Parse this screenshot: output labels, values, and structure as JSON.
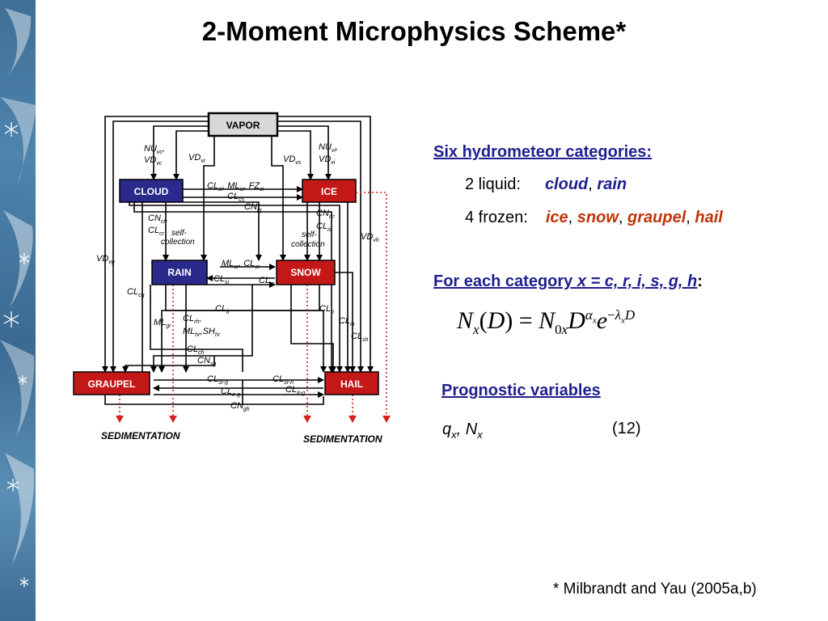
{
  "title": "2-Moment Microphysics Scheme*",
  "diagram": {
    "vapor": "VAPOR",
    "cloud": "CLOUD",
    "ice": "ICE",
    "rain": "RAIN",
    "snow": "SNOW",
    "graupel": "GRAUPEL",
    "hail": "HAIL",
    "sedimentation_left": "SEDIMENTATION",
    "sedimentation_right": "SEDIMENTATION",
    "self_collection_left": [
      "self-",
      "collection"
    ],
    "self_collection_right": [
      "self-",
      "collection"
    ],
    "colors": {
      "vapor_box": "#d8d8d8",
      "cloud_box": "#2a2a8c",
      "rain_box": "#2a2a8c",
      "ice_box": "#c41818",
      "snow_box": "#c41818",
      "graupel_box": "#c41818",
      "hail_box": "#c41818",
      "sedimentation_arrow": "#d42020"
    }
  },
  "categories": {
    "heading": "Six hydrometeor categories:",
    "liquid_label": "2 liquid:",
    "cloud": "cloud",
    "rain": "rain",
    "frozen_label": "4 frozen:",
    "ice": "ice",
    "snow": "snow",
    "graupel": "graupel",
    "hail": "hail"
  },
  "for_each": {
    "prefix": "For each category ",
    "expr": "x = c, r, i, s, g, h",
    "suffix": ":"
  },
  "prognostic": {
    "heading": "Prognostic variables",
    "count": "(12)"
  },
  "footnote": "* Milbrandt and Yau (2005a,b)"
}
